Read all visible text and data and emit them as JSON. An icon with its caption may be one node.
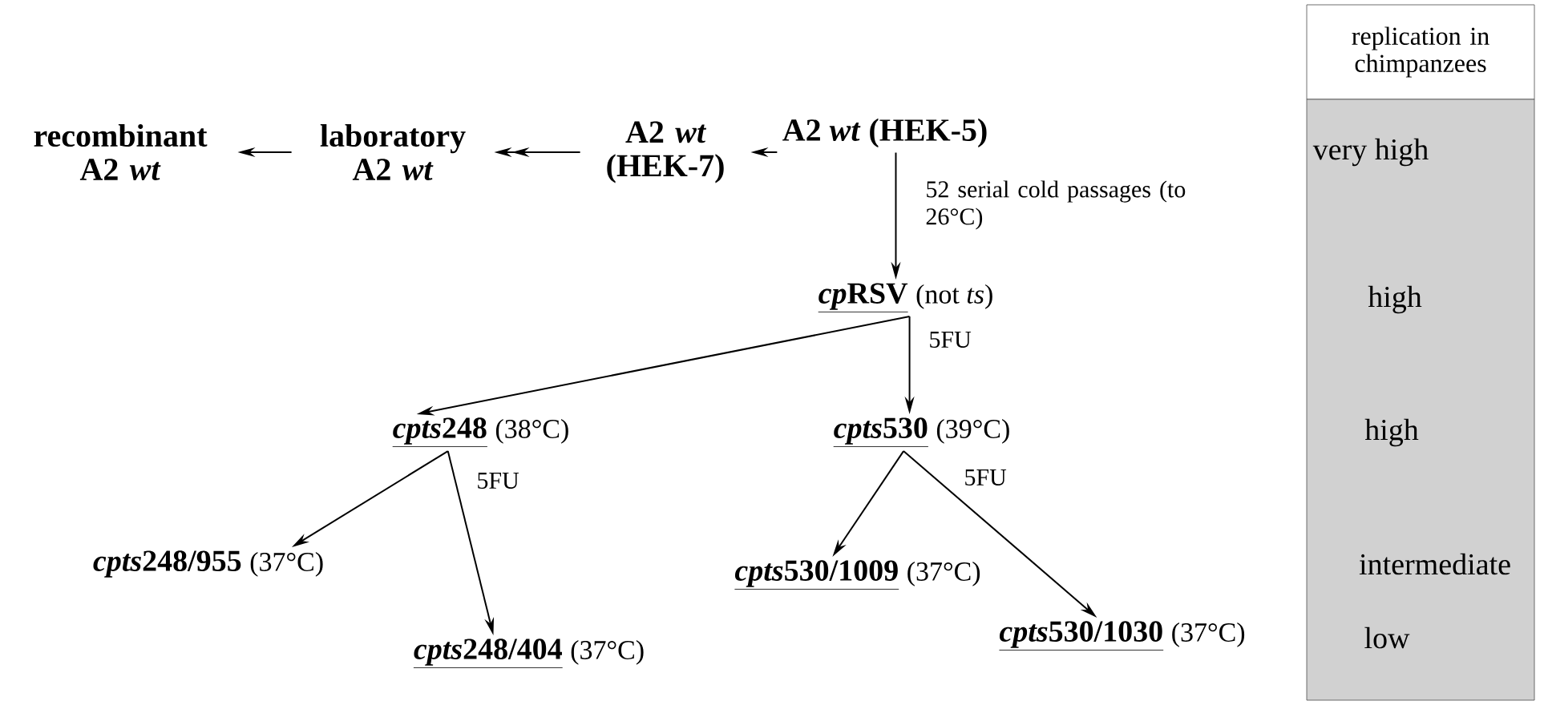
{
  "diagram": {
    "nodes": [
      {
        "text": [
          "recombinant A2 *wt*"
        ]
      },
      {
        "text": [
          "laboratory A2 *wt*"
        ]
      },
      {
        "text": [
          "A2 *wt* (HEK-7)"
        ]
      },
      {
        "text": [
          "A2 *wt* (HEK-5)"
        ]
      },
      {
        "text": [
          "cp",
          "RSV",
          "(not *ts*)"
        ]
      },
      {
        "text": [
          "cpts",
          "248",
          "(38°C)"
        ]
      },
      {
        "text": [
          "cpts",
          "530",
          "(39°C)"
        ]
      },
      {
        "text": [
          "cpts",
          "248/955",
          "(37°C)"
        ]
      },
      {
        "text": [
          "cpts",
          "530/1009",
          "(37°C)"
        ]
      },
      {
        "text": [
          "cpts",
          "530/1030",
          "(37°C)"
        ]
      },
      {
        "text": [
          "cpts",
          "248/404",
          "(37°C)"
        ]
      },
      {
        "text": [
          "replication in chimpanzees"
        ]
      },
      {
        "text": [
          "very high",
          "high",
          "high",
          "intermediate",
          "low"
        ]
      }
    ],
    "edges": [
      {
        "from": 3,
        "to": 2,
        "arrow": "to"
      },
      {
        "from": 2,
        "to": 1,
        "arrow": "to"
      },
      {
        "from": 1,
        "to": 0,
        "arrow": "to"
      },
      {
        "from": 3,
        "to": 4,
        "arrow": "to",
        "label": "52 serial cold passages (to 26°C)"
      },
      {
        "from": 4,
        "to": 5,
        "arrow": "to"
      },
      {
        "from": 4,
        "to": 6,
        "arrow": "to",
        "label": "5FU"
      },
      {
        "from": 5,
        "to": 7,
        "arrow": "to"
      },
      {
        "from": 5,
        "to": 10,
        "arrow": "to",
        "label": "5FU"
      },
      {
        "from": 6,
        "to": 8,
        "arrow": "to"
      },
      {
        "from": 6,
        "to": 9,
        "arrow": "to",
        "label": "5FU"
      }
    ]
  }
}
